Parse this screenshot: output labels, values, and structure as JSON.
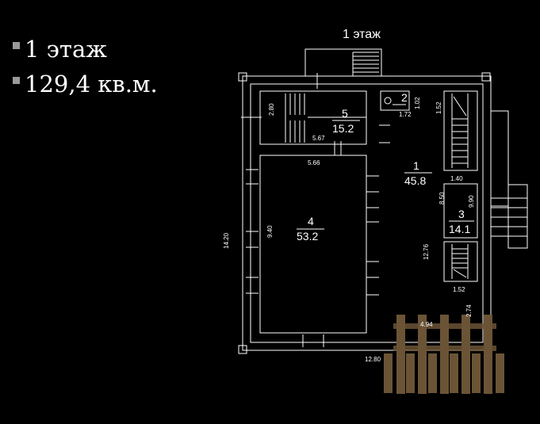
{
  "slide": {
    "bullets": [
      {
        "text": "1 этаж"
      },
      {
        "text": "129,4 кв.м."
      }
    ]
  },
  "plan": {
    "title": "1 этаж",
    "rooms": [
      {
        "number": "1",
        "area": "45.8"
      },
      {
        "number": "2",
        "area": ""
      },
      {
        "number": "3",
        "area": "14.1"
      },
      {
        "number": "4",
        "area": "53.2"
      },
      {
        "number": "5",
        "area": "15.2"
      }
    ],
    "dimensions": {
      "d_2_80": "2.80",
      "d_5_67": "5.67",
      "d_5_66": "5.66",
      "d_9_40": "9.40",
      "d_14_20": "14.20",
      "d_1_02": "1.02",
      "d_1_72": "1.72",
      "d_1_52_top": "1.52",
      "d_1_40": "1.40",
      "d_8_50": "8.50",
      "d_9_90": "9.90",
      "d_12_76": "12.76",
      "d_1_52_bottom": "1.52",
      "d_2_74": "2.74",
      "d_4_94": "4.94",
      "d_12_80": "12.80"
    },
    "colors": {
      "background": "#000000",
      "lines": "#ffffff",
      "fence": "#6b5436",
      "bullet": "#9a9a9a"
    }
  }
}
